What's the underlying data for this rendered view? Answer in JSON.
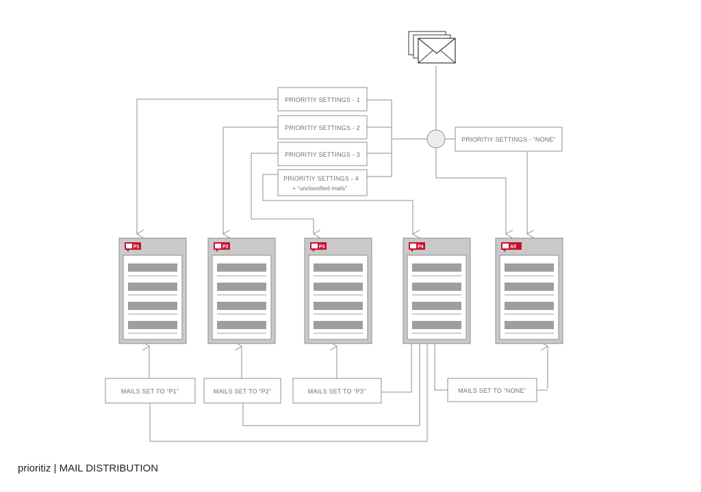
{
  "priority_settings": [
    {
      "id": "ps1",
      "label": "PRIORITIY SETTINGS - 1"
    },
    {
      "id": "ps2",
      "label": "PRIORITIY SETTINGS - 2"
    },
    {
      "id": "ps3",
      "label": "PRIORITIY SETTINGS - 3"
    },
    {
      "id": "ps4",
      "label": "PRIORITIY SETTINGS - 4",
      "sub": "+ “unclassified mails”"
    }
  ],
  "priority_none": {
    "label": "PRIORITIY SETTINGS - “NONE”"
  },
  "inboxes": [
    {
      "id": "p1",
      "tag": "P1"
    },
    {
      "id": "p2",
      "tag": "P2"
    },
    {
      "id": "p3",
      "tag": "P3"
    },
    {
      "id": "p4",
      "tag": "P4"
    },
    {
      "id": "all",
      "tag": "All"
    }
  ],
  "mail_sets": [
    {
      "id": "m1",
      "label": "MAILS SET TO “P1”"
    },
    {
      "id": "m2",
      "label": "MAILS SET TO “P2”"
    },
    {
      "id": "m3",
      "label": "MAILS SET TO “P3”"
    },
    {
      "id": "mnone",
      "label": "MAILS SET TO “NONE”"
    }
  ],
  "caption": {
    "brand": "prioritiz",
    "separator": "|",
    "title": "MAIL DISTRIBUTION"
  },
  "colors": {
    "accent": "#c8102e",
    "line": "#8c8c8c",
    "panel": "#c9c9c9",
    "bar": "#9e9e9e"
  }
}
